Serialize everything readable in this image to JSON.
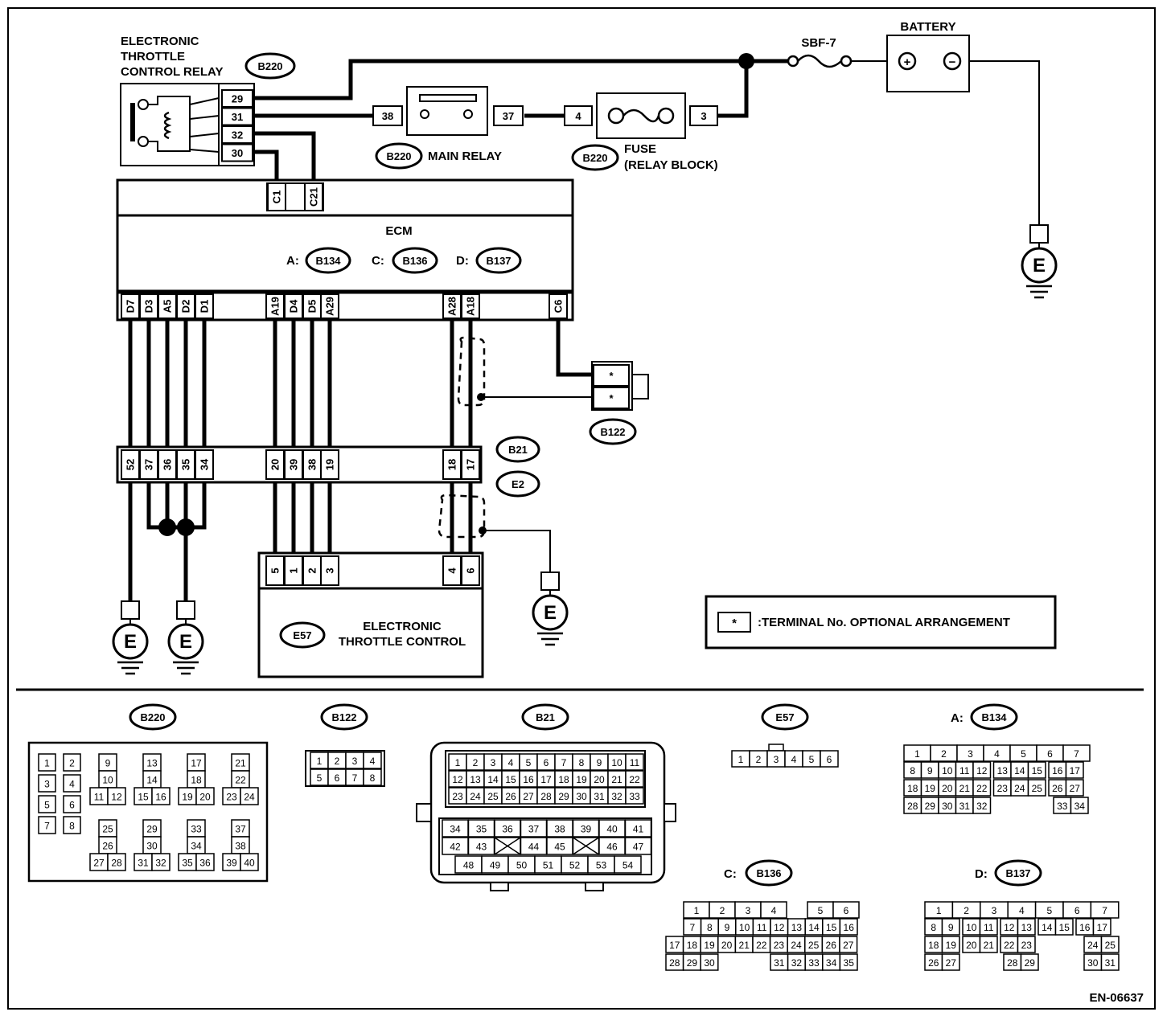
{
  "labels": {
    "relay_title": [
      "ELECTRONIC",
      "THROTTLE",
      "CONTROL RELAY"
    ],
    "battery": "BATTERY",
    "fuse_sbf": "SBF-7",
    "main_relay": "MAIN RELAY",
    "fuse_title": "FUSE",
    "fuse_sub": "(RELAY BLOCK)",
    "ecm": "ECM",
    "ecm_conn_a": "A:",
    "ecm_conn_c": "C:",
    "ecm_conn_d": "D:",
    "etc_title": [
      "ELECTRONIC",
      "THROTTLE CONTROL"
    ],
    "ground": "E",
    "plus": "+",
    "minus": "−",
    "legend_mark": "*",
    "legend_text": ":TERMINAL No. OPTIONAL ARRANGEMENT",
    "doc_code": "EN-06637",
    "a_prefix": "A:",
    "c_prefix": "C:",
    "d_prefix": "D:"
  },
  "connectors": {
    "b220": "B220",
    "b134": "B134",
    "b136": "B136",
    "b137": "B137",
    "b122": "B122",
    "b21": "B21",
    "e2": "E2",
    "e57": "E57"
  },
  "pins": {
    "relay": [
      "29",
      "31",
      "32",
      "30"
    ],
    "main_relay": [
      "38",
      "37"
    ],
    "fuse": [
      "4",
      "3"
    ],
    "ecm_top": [
      "C1",
      "C21"
    ],
    "ecm_bottom": [
      "D7",
      "D3",
      "A5",
      "D2",
      "D1",
      "A19",
      "D4",
      "D5",
      "A29",
      "A28",
      "A18",
      "C6"
    ],
    "b21_row": [
      "52",
      "37",
      "36",
      "35",
      "34",
      "20",
      "39",
      "38",
      "19",
      "18",
      "17"
    ],
    "etc": [
      "5",
      "1",
      "2",
      "3",
      "4",
      "6"
    ],
    "b122": [
      "*",
      "*"
    ]
  },
  "connector_views": {
    "b220_pins": [
      "1",
      "2",
      "3",
      "4",
      "5",
      "6",
      "7",
      "8",
      "9",
      "10",
      "11",
      "12",
      "13",
      "14",
      "15",
      "16",
      "17",
      "18",
      "19",
      "20",
      "21",
      "22",
      "23",
      "24",
      "25",
      "26",
      "27",
      "28",
      "29",
      "30",
      "31",
      "32",
      "33",
      "34",
      "35",
      "36",
      "37",
      "38",
      "39",
      "40"
    ],
    "b122_pins": [
      "1",
      "2",
      "3",
      "4",
      "5",
      "6",
      "7",
      "8"
    ],
    "b21_pins": [
      "1",
      "2",
      "3",
      "4",
      "5",
      "6",
      "7",
      "8",
      "9",
      "10",
      "11",
      "12",
      "13",
      "14",
      "15",
      "16",
      "17",
      "18",
      "19",
      "20",
      "21",
      "22",
      "23",
      "24",
      "25",
      "26",
      "27",
      "28",
      "29",
      "30",
      "31",
      "32",
      "33",
      "34",
      "35",
      "36",
      "37",
      "38",
      "39",
      "40",
      "41",
      "42",
      "43",
      "44",
      "45",
      "46",
      "47",
      "48",
      "49",
      "50",
      "51",
      "52",
      "53",
      "54"
    ],
    "e57_pins": [
      "1",
      "2",
      "3",
      "4",
      "5",
      "6"
    ],
    "b134_pins": [
      "1",
      "2",
      "3",
      "4",
      "5",
      "6",
      "7",
      "8",
      "9",
      "10",
      "11",
      "12",
      "13",
      "14",
      "15",
      "16",
      "17",
      "18",
      "19",
      "20",
      "21",
      "22",
      "23",
      "24",
      "25",
      "26",
      "27",
      "28",
      "29",
      "30",
      "31",
      "32",
      "33",
      "34"
    ],
    "b136_pins": [
      "1",
      "2",
      "3",
      "4",
      "5",
      "6",
      "7",
      "8",
      "9",
      "10",
      "11",
      "12",
      "13",
      "14",
      "15",
      "16",
      "17",
      "18",
      "19",
      "20",
      "21",
      "22",
      "23",
      "24",
      "25",
      "26",
      "27",
      "28",
      "29",
      "30",
      "31",
      "32",
      "33",
      "34",
      "35"
    ],
    "b137_pins": [
      "1",
      "2",
      "3",
      "4",
      "5",
      "6",
      "7",
      "8",
      "9",
      "10",
      "11",
      "12",
      "13",
      "14",
      "15",
      "16",
      "17",
      "18",
      "19",
      "20",
      "21",
      "22",
      "23",
      "24",
      "25",
      "26",
      "27",
      "28",
      "29",
      "30",
      "31"
    ]
  }
}
